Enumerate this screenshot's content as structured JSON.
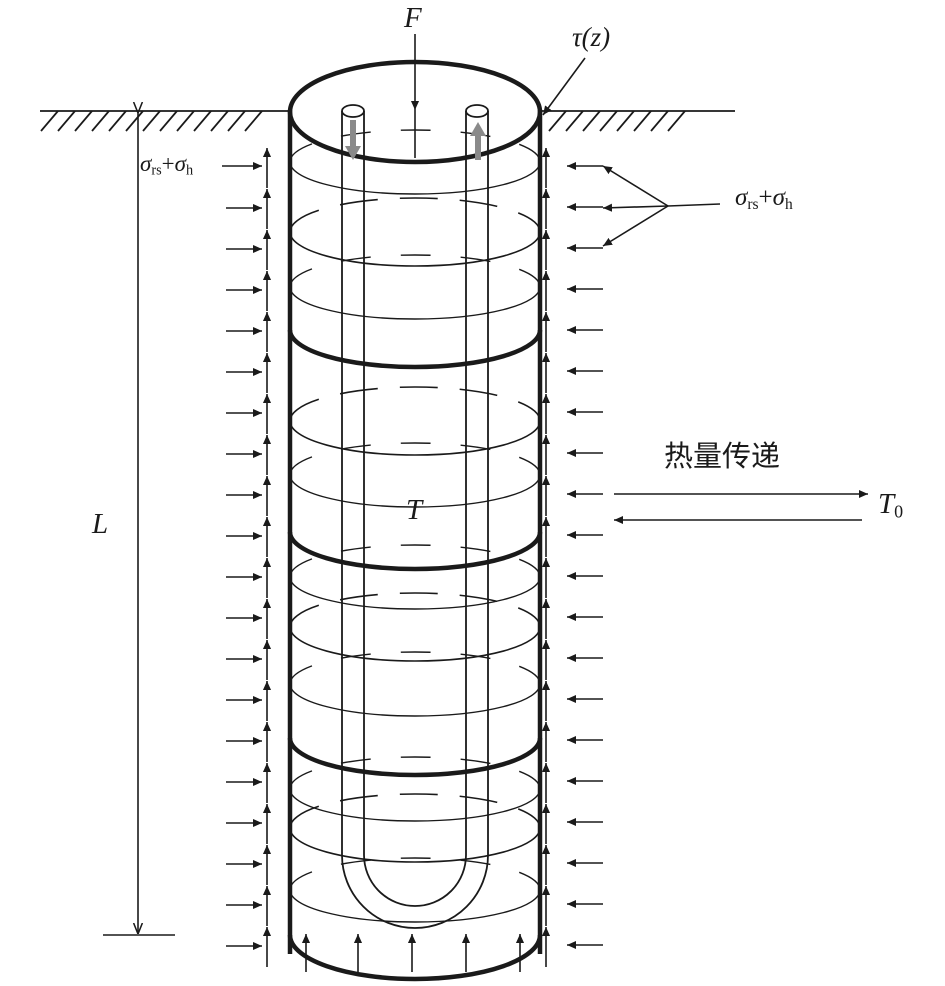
{
  "labels": {
    "load": "F",
    "shear": "τ(z)",
    "stress_left_sym1": "σ",
    "stress_left_sub1": "rs",
    "stress_left_plus": "+",
    "stress_left_sym2": "σ",
    "stress_left_sub2": "h",
    "stress_right_sym1": "σ",
    "stress_right_sub1": "rs",
    "stress_right_plus": "+",
    "stress_right_sym2": "σ",
    "stress_right_sub2": "h",
    "length": "L",
    "pile_temp": "T",
    "heat_transfer": "热量传递",
    "ground_temp_sym": "T",
    "ground_temp_sub": "0"
  },
  "colors": {
    "stroke": "#1a1a1a",
    "pipe_flow_arrow": "#8a8a8a"
  },
  "icons": {
    "ground_surface": "hatched-ground-line",
    "flow_down": "gray-down-arrow-icon",
    "flow_up": "gray-up-arrow-icon"
  }
}
